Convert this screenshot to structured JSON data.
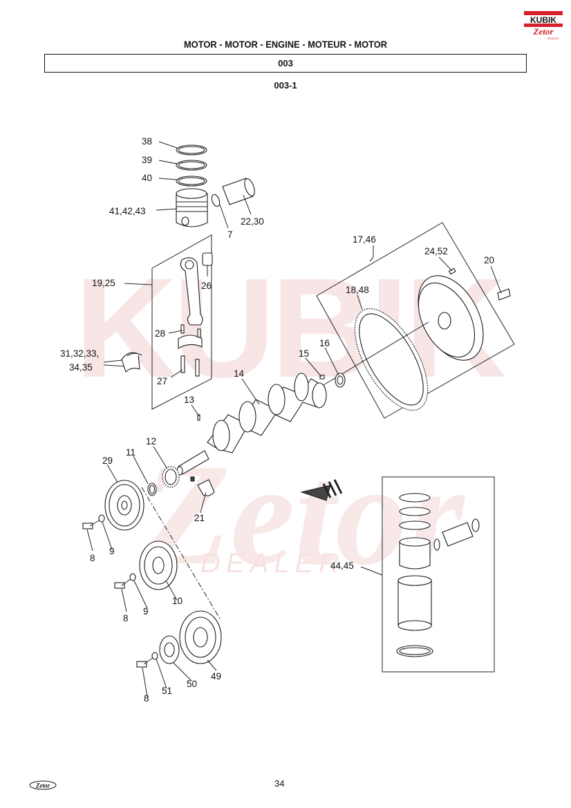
{
  "header": {
    "title": "MOTOR - MOTOR - ENGINE - MOTEUR - MOTOR",
    "section": "003",
    "subsection": "003-1"
  },
  "brand": {
    "logo_top": "KUBIK",
    "logo_bottom": "Zetor",
    "logo_dealer": "DEALER",
    "watermark_main": "KUBIK",
    "watermark_script": "Zetor",
    "watermark_sub": "DEALER",
    "footer_logo": "Zetor",
    "brand_red": "#d6202b",
    "watermark_color": "#f6dede"
  },
  "footer": {
    "page_number": "34"
  },
  "callouts": {
    "c38": "38",
    "c39": "39",
    "c40": "40",
    "c414243": "41,42,43",
    "c7": "7",
    "c2230": "22,30",
    "c1925": "19,25",
    "c26": "26",
    "c28": "28",
    "c313233": "31,32,33,",
    "c3435": "34,35",
    "c27": "27",
    "c1746": "17,46",
    "c2452": "24,52",
    "c20": "20",
    "c1848": "18,48",
    "c15": "15",
    "c16": "16",
    "c14": "14",
    "c13": "13",
    "c12": "12",
    "c11": "11",
    "c29": "29",
    "c21": "21",
    "c8a": "8",
    "c9a": "9",
    "c8b": "8",
    "c9b": "9",
    "c10": "10",
    "c8c": "8",
    "c51": "51",
    "c50": "50",
    "c49": "49",
    "c4445": "44,45"
  }
}
